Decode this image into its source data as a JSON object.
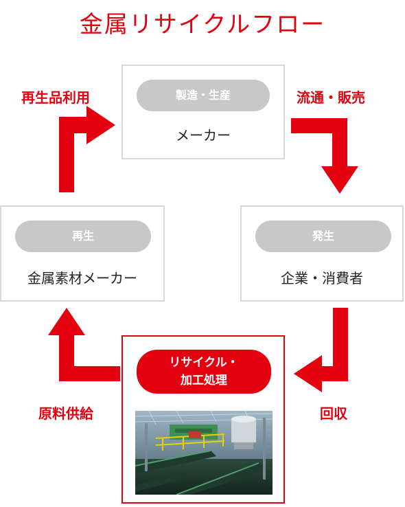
{
  "title": "金属リサイクルフロー",
  "nodes": {
    "maker": {
      "tag": "製造・生産",
      "label": "メーカー"
    },
    "consumer": {
      "tag": "発生",
      "label": "企業・消費者"
    },
    "recycle": {
      "tag_line1": "リサイクル・",
      "tag_line2": "加工処理"
    },
    "material": {
      "tag": "再生",
      "label": "金属素材メーカー"
    }
  },
  "steps": {
    "distribution": "流通・販売",
    "collection": "回収",
    "supply": "原料供給",
    "reuse": "再生品利用"
  },
  "colors": {
    "accent": "#e3000f",
    "pill_gray": "#c8c8c8",
    "border_gray": "#d7d7d7"
  },
  "icons": {
    "photo": "recycling-plant-photo"
  }
}
